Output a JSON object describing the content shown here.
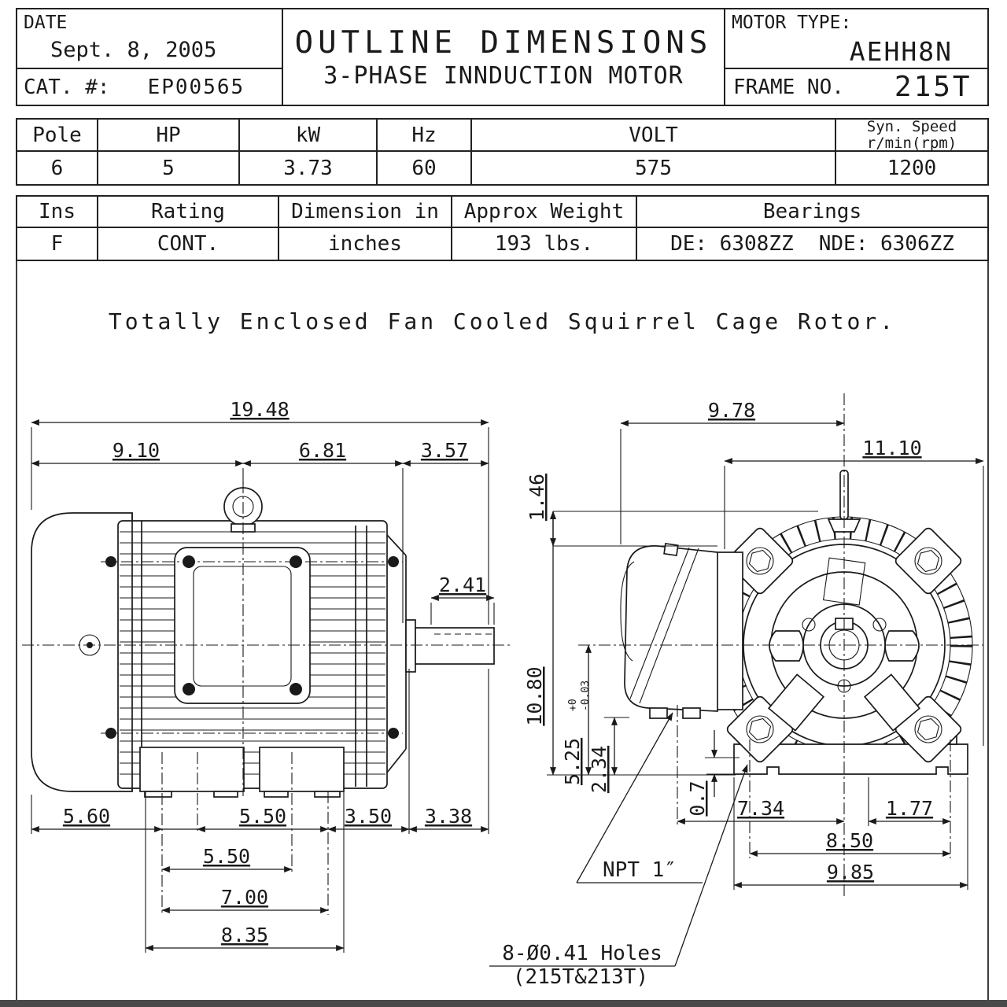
{
  "sheet": {
    "header": {
      "date_label": "DATE",
      "date_value": "Sept. 8, 2005",
      "cat_label": "CAT. #:",
      "cat_value": "EP00565",
      "title_line1": "OUTLINE DIMENSIONS",
      "title_line2": "3-PHASE INNDUCTION MOTOR",
      "motor_type_label": "MOTOR TYPE:",
      "motor_type_value": "AEHH8N",
      "frame_label": "FRAME NO.",
      "frame_value": "215T"
    },
    "ratings_table": {
      "col_pole": "Pole",
      "col_hp": "HP",
      "col_kw": "kW",
      "col_hz": "Hz",
      "col_volt": "VOLT",
      "col_syn_line1": "Syn. Speed",
      "col_syn_line2": "r/min(rpm)",
      "val_pole": "6",
      "val_hp": "5",
      "val_kw": "3.73",
      "val_hz": "60",
      "val_volt": "575",
      "val_syn": "1200"
    },
    "details_table": {
      "col_ins": "Ins",
      "col_rating": "Rating",
      "col_dimension": "Dimension in",
      "col_weight": "Approx Weight",
      "col_bearings": "Bearings",
      "val_ins": "F",
      "val_rating": "CONT.",
      "val_dimension": "inches",
      "val_weight": "193 lbs.",
      "val_bearing_de": "DE: 6308ZZ",
      "val_bearing_nde": "NDE: 6306ZZ"
    },
    "description": "Totally Enclosed Fan Cooled Squirrel Cage Rotor."
  },
  "side_view": {
    "dims": {
      "total": "19.48",
      "seg1": "9.10",
      "seg2": "6.81",
      "seg3": "3.57",
      "key": "2.41",
      "bottom1": "5.60",
      "bottom2": "5.50",
      "bottom3": "3.50",
      "bottom4": "3.38",
      "feet1": "5.50",
      "feet2": "7.00",
      "feet3": "8.35"
    }
  },
  "end_view": {
    "dims": {
      "top1": "9.78",
      "top2": "11.10",
      "side1": "1.46",
      "side2": "10.80",
      "side3": "5.25",
      "side3_tol_plus": "+0",
      "side3_tol_minus": "-0.03",
      "side4": "2.34",
      "side5": "0.7",
      "bottom1": "7.34",
      "bottom2": "1.77",
      "bottom3": "8.50",
      "bottom4": "9.85"
    },
    "npt_label": "NPT 1″",
    "holes_note_line1": "8-Ø0.41 Holes",
    "holes_note_line2": "(215T&213T)"
  }
}
